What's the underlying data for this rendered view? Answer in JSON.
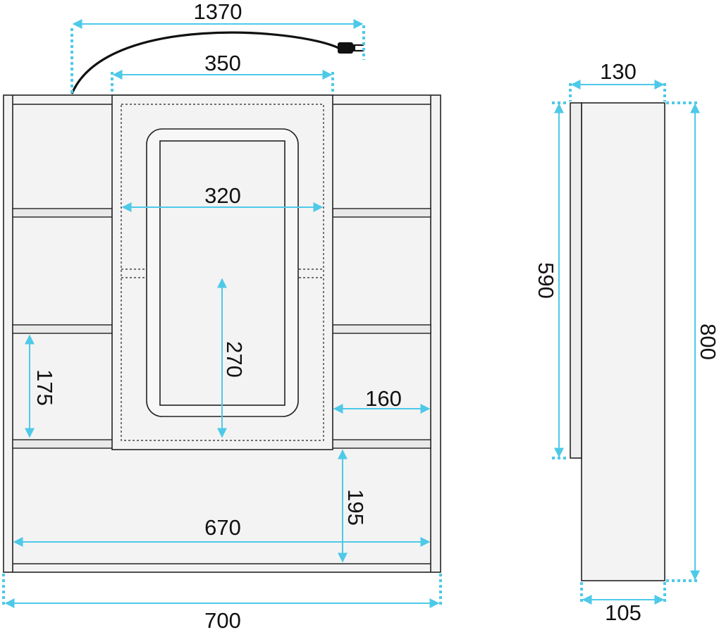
{
  "colors": {
    "dimension": "#4ec9e8",
    "outline": "#222222",
    "panel": "#f3f3f3",
    "cable": "#111111"
  },
  "dimensions": {
    "cable_length": "1370",
    "door_width": "350",
    "mirror_width": "320",
    "mirror_height": "270",
    "shelf_height": "175",
    "shelf_width": "160",
    "bottom_compartment_height": "195",
    "inner_width": "670",
    "total_width": "700",
    "depth_total": "130",
    "cabinet_height_side": "590",
    "total_height": "800",
    "depth_body": "105"
  }
}
